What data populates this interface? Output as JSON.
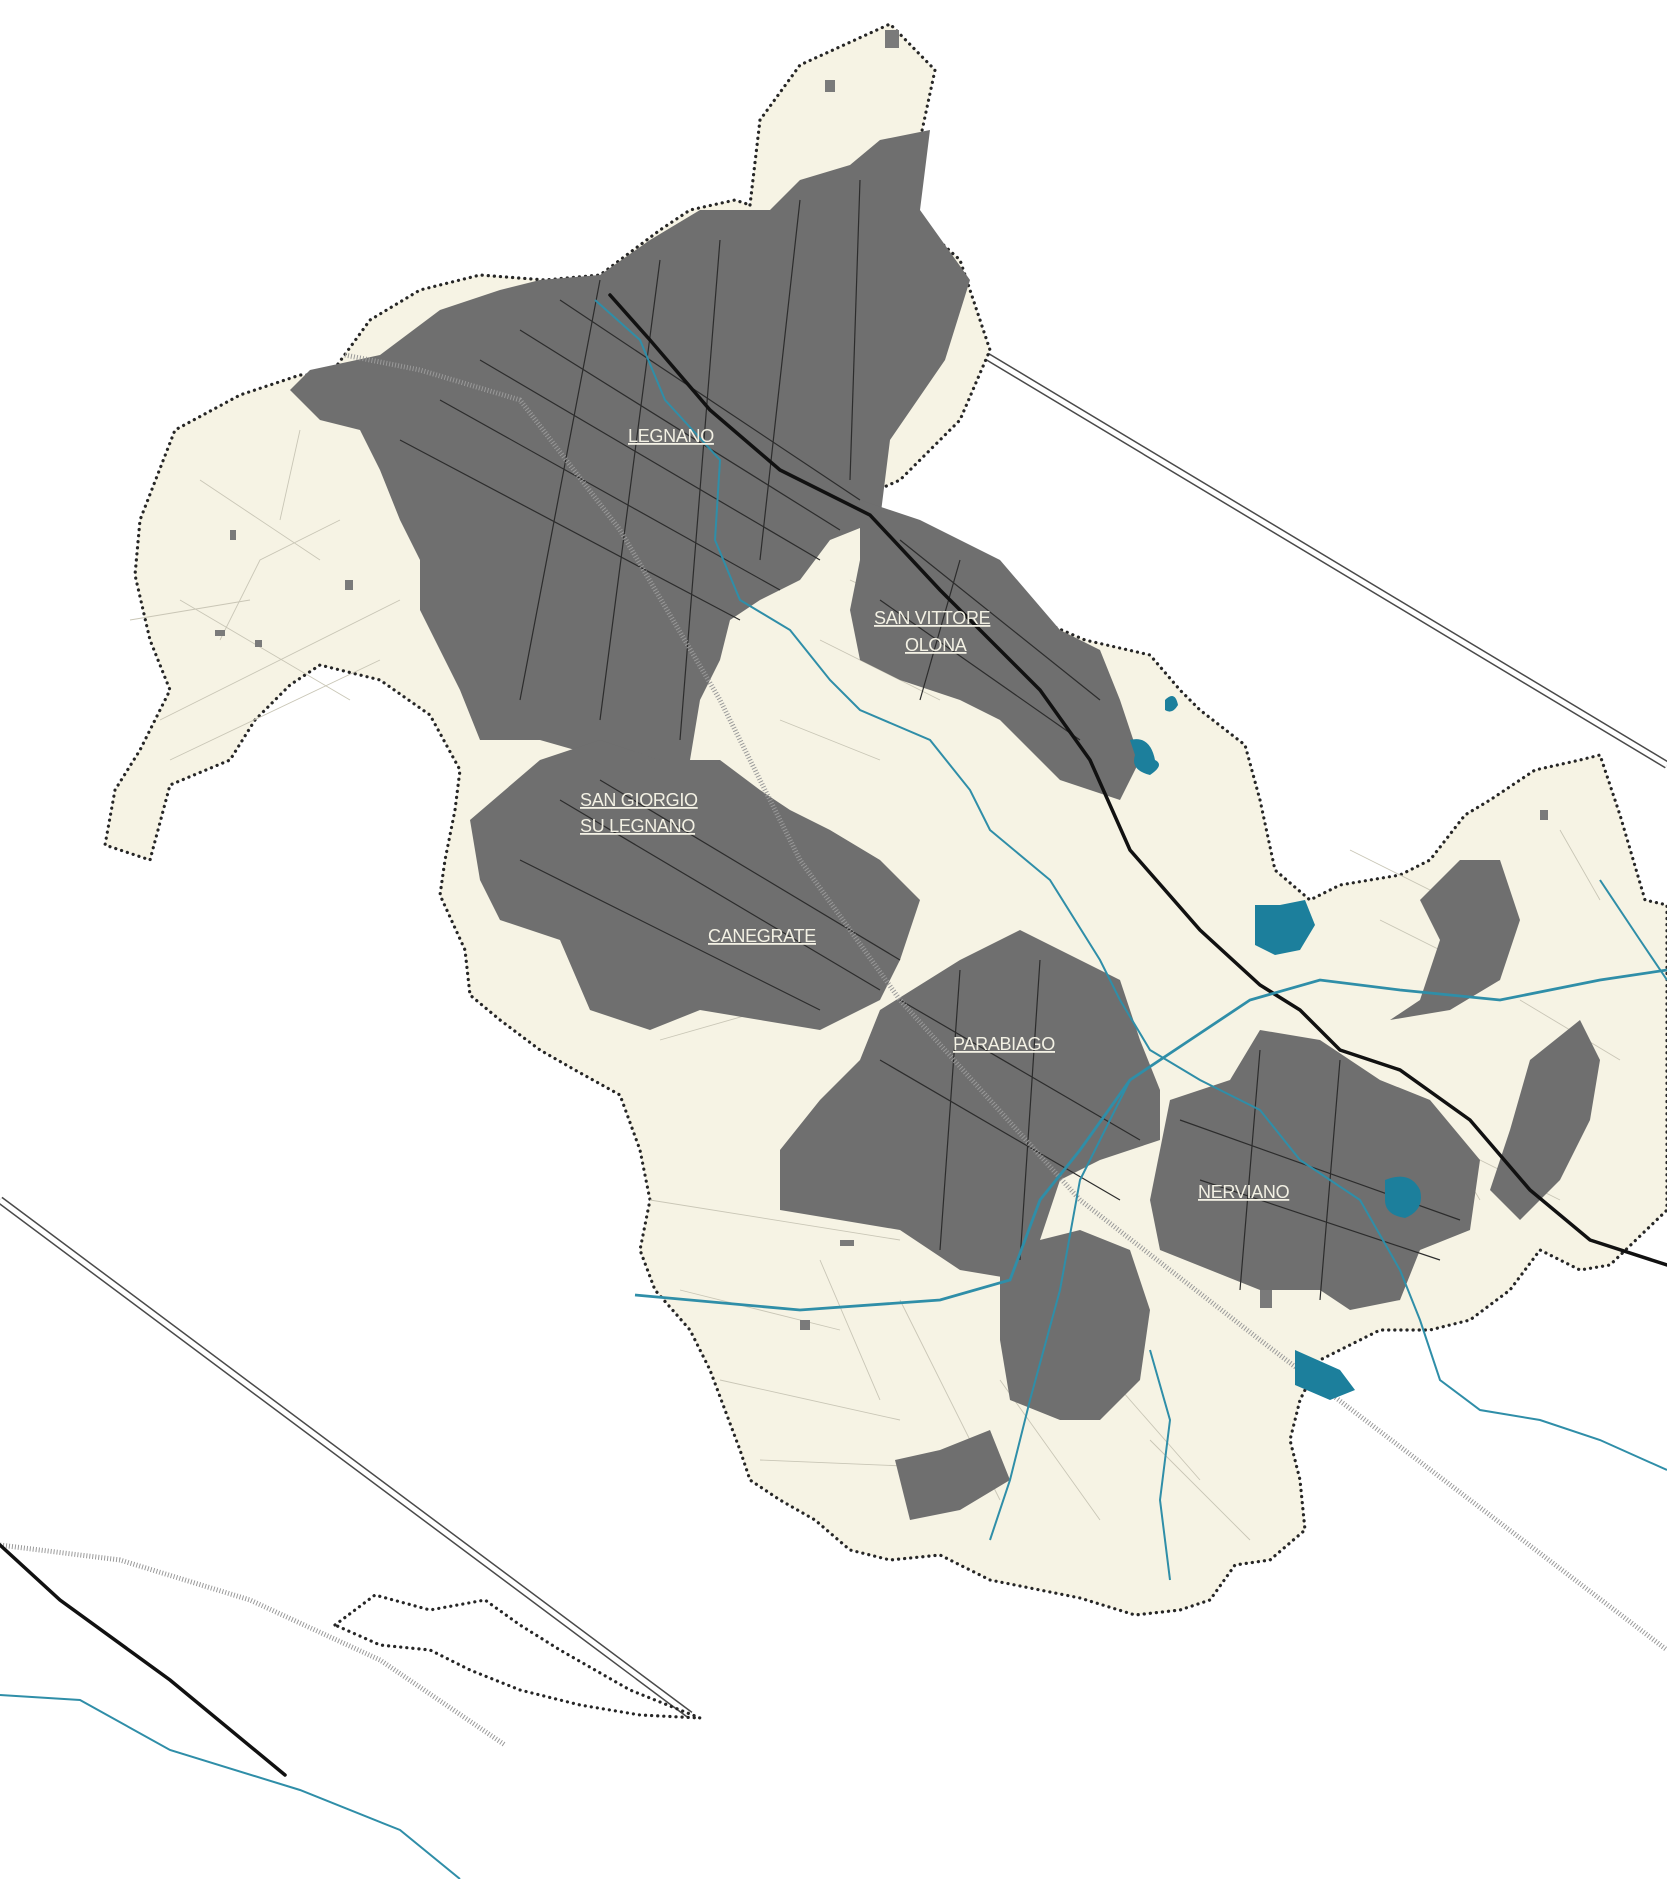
{
  "map": {
    "colors": {
      "background": "#ffffff",
      "territory": "#f6f3e4",
      "urban_fabric": "#6f6f6f",
      "water": "#1c7f9c",
      "river": "#2f8ea8",
      "boundary": "#262626",
      "label": "#f3f1e4"
    },
    "labels": {
      "legnano": "LEGNANO",
      "san_vittore_1": "SAN VITTORE",
      "san_vittore_2": "OLONA",
      "san_giorgio_1": "SAN GIORGIO",
      "san_giorgio_2": "SU LEGNANO",
      "canegrate": "CANEGRATE",
      "parabiago": "PARABIAGO",
      "nerviano": "NERVIANO"
    }
  }
}
